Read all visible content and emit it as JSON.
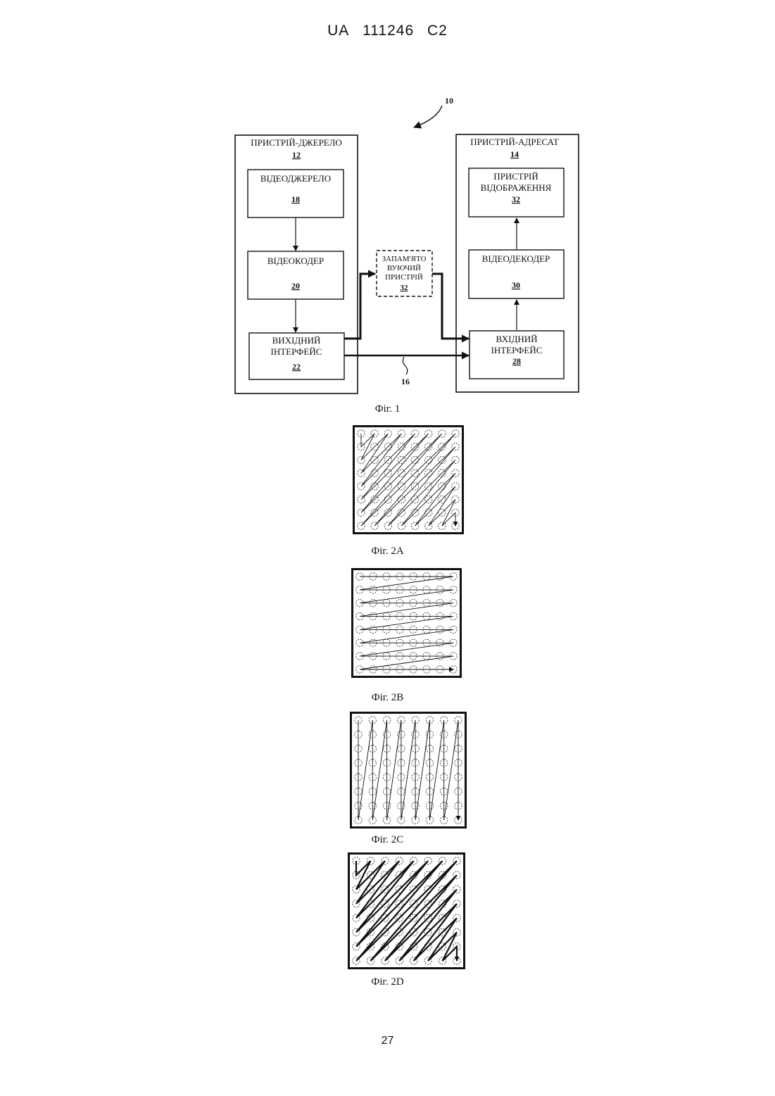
{
  "header": {
    "country": "UA",
    "number": "111246",
    "kind": "C2"
  },
  "page_number": "27",
  "fig1": {
    "system_ref": "10",
    "source": {
      "title": "ПРИСТРІЙ-ДЖЕРЕЛО",
      "ref": "12"
    },
    "video_source": {
      "title": "ВІДЕОДЖЕРЕЛО",
      "ref": "18"
    },
    "video_encoder": {
      "title": "ВІДЕОКОДЕР",
      "ref": "20"
    },
    "output_interface": {
      "line1": "ВИХІДНИЙ",
      "line2": "ІНТЕРФЕЙС",
      "ref": "22"
    },
    "storage": {
      "line1": "ЗАПАМ'ЯТО",
      "line2": "ВУЮЧИЙ",
      "line3": "ПРИСТРІЙ",
      "ref": "32"
    },
    "destination": {
      "title": "ПРИСТРІЙ-АДРЕСАТ",
      "ref": "14"
    },
    "display": {
      "line1": "ПРИСТРІЙ",
      "line2": "ВІДОБРАЖЕННЯ",
      "ref": "32"
    },
    "video_decoder": {
      "title": "ВІДЕОДЕКОДЕР",
      "ref": "30"
    },
    "input_interface": {
      "line1": "ВХІДНИЙ",
      "line2": "ІНТЕРФЕЙС",
      "ref": "28"
    },
    "link_ref": "16",
    "caption": "Фіг. 1"
  },
  "fig2a": {
    "caption": "Фіг. 2А",
    "scan": "diagonal"
  },
  "fig2b": {
    "caption": "Фіг. 2В",
    "scan": "horizontal"
  },
  "fig2c": {
    "caption": "Фіг. 2С",
    "scan": "vertical"
  },
  "fig2d": {
    "caption": "Фіг. 2D",
    "scan": "diagonal"
  }
}
